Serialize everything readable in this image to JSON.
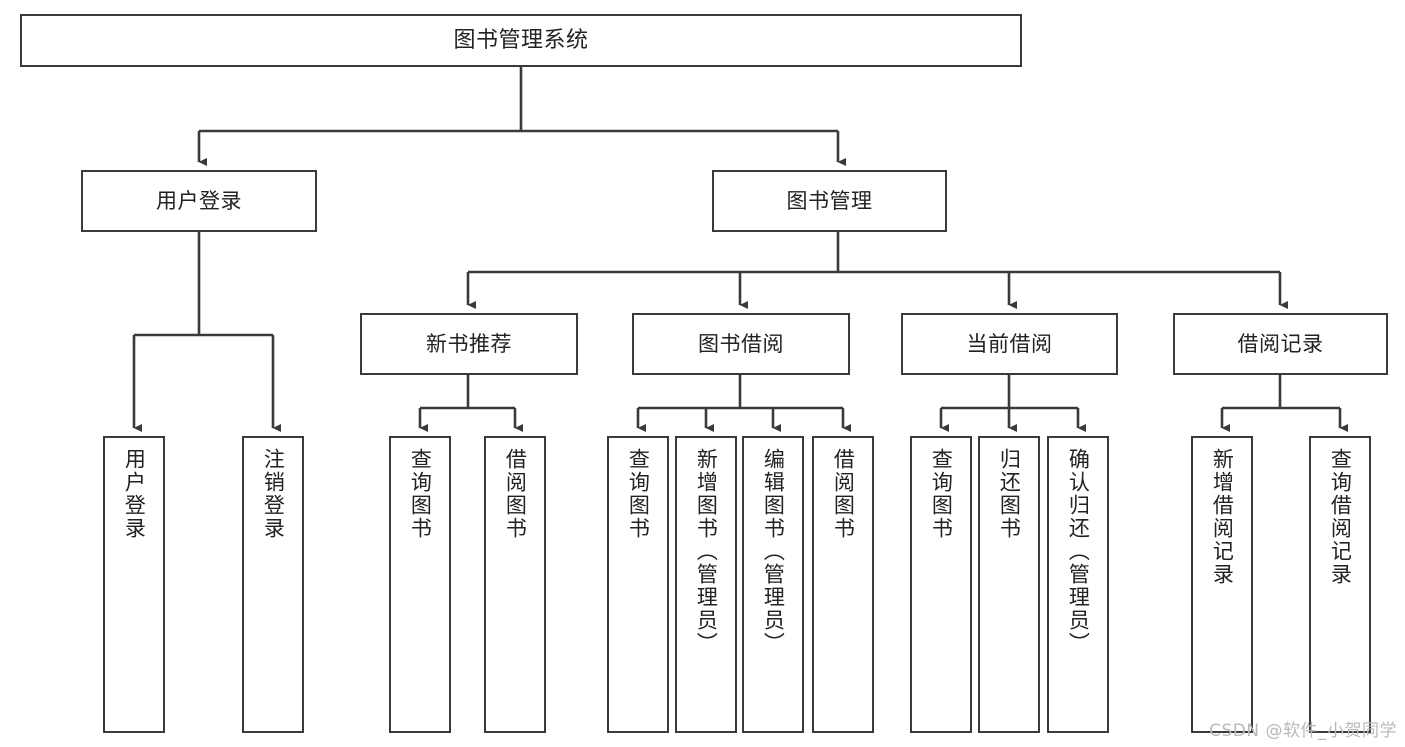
{
  "diagram": {
    "type": "tree-hierarchy",
    "title": "图书管理系统",
    "watermark": "CSDN @软件_小贺同学",
    "colors": {
      "box_border": "#3a3a3a",
      "box_fill": "#ffffff",
      "connector": "#3a3a3a",
      "text": "#222222",
      "watermark": "#b9b9b9",
      "background": "#ffffff"
    },
    "root": {
      "label": "图书管理系统"
    },
    "level1": [
      {
        "key": "user_login",
        "label": "用户登录"
      },
      {
        "key": "book_manage",
        "label": "图书管理"
      }
    ],
    "level2": [
      {
        "key": "new_book_rec",
        "label": "新书推荐",
        "parent": "book_manage"
      },
      {
        "key": "book_borrow",
        "label": "图书借阅",
        "parent": "book_manage"
      },
      {
        "key": "current_borrow",
        "label": "当前借阅",
        "parent": "book_manage"
      },
      {
        "key": "borrow_record",
        "label": "借阅记录",
        "parent": "book_manage"
      }
    ],
    "leaves": [
      {
        "key": "leaf_user_login",
        "label": "用户登录",
        "parent": "user_login"
      },
      {
        "key": "leaf_user_logout",
        "label": "注销登录",
        "parent": "user_login"
      },
      {
        "key": "leaf_query_book_1",
        "label": "查询图书",
        "parent": "new_book_rec"
      },
      {
        "key": "leaf_borrow_book_1",
        "label": "借阅图书",
        "parent": "new_book_rec"
      },
      {
        "key": "leaf_query_book_2",
        "label": "查询图书",
        "parent": "book_borrow"
      },
      {
        "key": "leaf_add_book",
        "label": "新增图书（管理员）",
        "parent": "book_borrow"
      },
      {
        "key": "leaf_edit_book",
        "label": "编辑图书（管理员）",
        "parent": "book_borrow"
      },
      {
        "key": "leaf_borrow_book_2",
        "label": "借阅图书",
        "parent": "book_borrow"
      },
      {
        "key": "leaf_query_book_3",
        "label": "查询图书",
        "parent": "current_borrow"
      },
      {
        "key": "leaf_return_book",
        "label": "归还图书",
        "parent": "current_borrow"
      },
      {
        "key": "leaf_confirm_return",
        "label": "确认归还（管理员）",
        "parent": "current_borrow"
      },
      {
        "key": "leaf_add_record",
        "label": "新增借阅记录",
        "parent": "borrow_record"
      },
      {
        "key": "leaf_query_record",
        "label": "查询借阅记录",
        "parent": "borrow_record"
      }
    ]
  }
}
